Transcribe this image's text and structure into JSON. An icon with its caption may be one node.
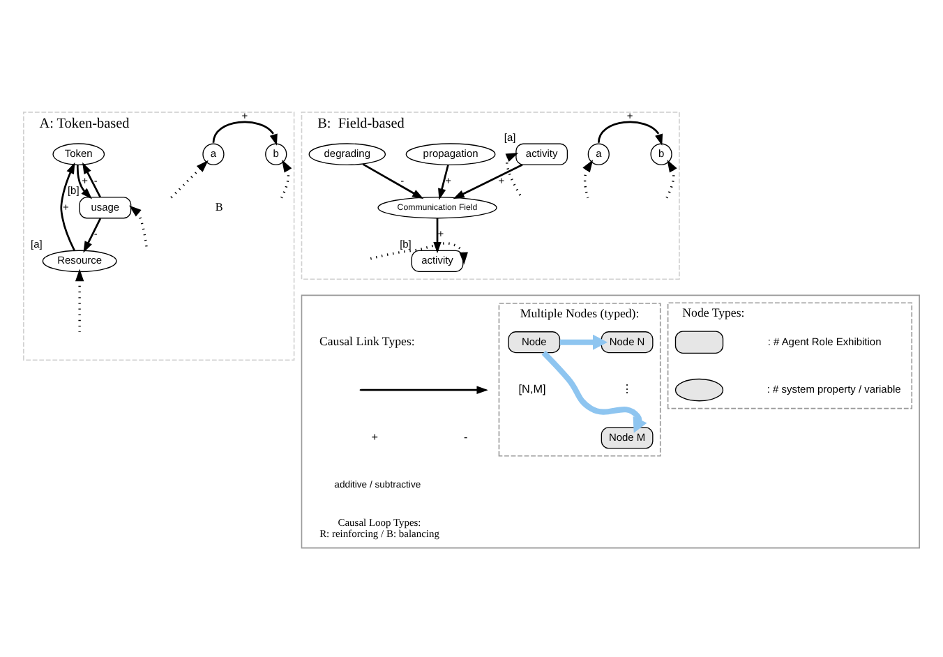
{
  "diagram": {
    "nodes": [
      {
        "text": [
          "A: Token-based"
        ]
      },
      {
        "text": [
          "a"
        ],
        "in": 0
      },
      {
        "text": [
          "b"
        ],
        "in": 0
      },
      {
        "text": [
          "Token"
        ],
        "in": 0
      },
      {
        "text": [
          "usage"
        ],
        "in": 0,
        "beside": [
          "[b]"
        ]
      },
      {
        "text": [
          "Resource"
        ],
        "in": 0,
        "beside": [
          "[a]"
        ]
      },
      {
        "text": [
          "B:  Field-based"
        ]
      },
      {
        "text": [
          "a"
        ],
        "in": 6
      },
      {
        "text": [
          "b"
        ],
        "in": 6
      },
      {
        "text": [
          "activity"
        ],
        "in": 6,
        "beside": [
          "[a]"
        ]
      },
      {
        "text": [
          "Communication Field"
        ],
        "in": 6
      },
      {
        "text": [
          "propagation"
        ],
        "in": 6
      },
      {
        "text": [
          "degrading"
        ],
        "in": 6
      },
      {
        "text": [
          "activity"
        ],
        "in": 6,
        "beside": [
          "[b]"
        ]
      },
      {
        "text": [],
        "shape": "box"
      },
      {
        "text": [
          "Node Types:"
        ],
        "in": 14
      },
      {
        "text": [],
        "shape": "box",
        "in": 15,
        "beside": [
          ":",
          "# Agent Role Exhibition"
        ]
      },
      {
        "text": [],
        "shape": "ellipse",
        "in": 15,
        "beside": [
          ":",
          "# system property / variable"
        ]
      },
      {
        "text": [
          "Multiple Nodes (typed):"
        ],
        "in": 14
      },
      {
        "text": [
          "Node"
        ],
        "in": 18
      },
      {
        "text": [
          "Node N"
        ],
        "in": 18
      },
      {
        "text": [
          "Node M"
        ],
        "in": 18
      },
      {
        "text": [
          "Causal Link Types:"
        ],
        "in": 14
      },
      {
        "text": [
          "Causal Loop Types:",
          "R: reinforcing / B: balancing"
        ],
        "in": 14
      }
    ],
    "edges": [
      {
        "from": 1,
        "to": 2,
        "arrow": "to",
        "label": "+"
      },
      {
        "from": null,
        "to": 1,
        "arrow": "to",
        "style": "dashed"
      },
      {
        "from": null,
        "to": 2,
        "arrow": "to",
        "style": "dashed"
      },
      {
        "from": 4,
        "to": 3,
        "arrow": "to",
        "label": "-"
      },
      {
        "from": 3,
        "to": 4,
        "arrow": "to",
        "label": "+"
      },
      {
        "from": 4,
        "to": 5,
        "arrow": "to",
        "label": "-"
      },
      {
        "from": 5,
        "to": 3,
        "arrow": "to",
        "label": "+"
      },
      {
        "from": null,
        "to": 4,
        "arrow": "to",
        "style": "dashed"
      },
      {
        "from": null,
        "to": 5,
        "arrow": "to",
        "style": "dashed"
      },
      {
        "from": 7,
        "to": 8,
        "arrow": "to",
        "label": "+"
      },
      {
        "from": null,
        "to": 7,
        "arrow": "to",
        "style": "dashed"
      },
      {
        "from": null,
        "to": 8,
        "arrow": "to",
        "style": "dashed"
      },
      {
        "from": null,
        "to": 9,
        "arrow": "to",
        "style": "dashed"
      },
      {
        "from": 9,
        "to": 10,
        "arrow": "to",
        "label": "+"
      },
      {
        "from": 11,
        "to": 10,
        "arrow": "to",
        "label": "+"
      },
      {
        "from": 12,
        "to": 10,
        "arrow": "to",
        "label": "-"
      },
      {
        "from": 10,
        "to": 13,
        "arrow": "to",
        "label": "+"
      },
      {
        "from": null,
        "to": 13,
        "arrow": "to",
        "style": "dashed"
      },
      {
        "from": 19,
        "to": 20,
        "arrow": "to",
        "style": "thick",
        "color": "#8ec5f0"
      },
      {
        "from": 19,
        "to": 21,
        "arrow": "to",
        "style": "thick",
        "color": "#8ec5f0"
      }
    ],
    "labels": [
      "B",
      "⋮",
      "+",
      "-",
      "[N,M]"
    ],
    "legend": [
      {
        "text": "additive / subtractive"
      }
    ]
  }
}
